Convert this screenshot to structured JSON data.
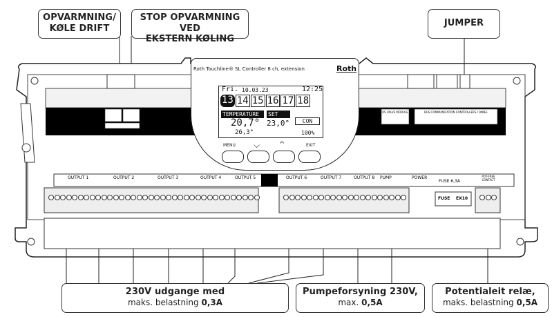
{
  "callouts": {
    "heat_cool": [
      "OPVARMNING/",
      "KØLE DRIFT"
    ],
    "stop_heat": [
      "STOP OPVARMNING VED",
      "EKSTERN KØLING"
    ],
    "jumper": "JUMPER",
    "outputs": {
      "title": "230V udgange med",
      "prefix": "maks. belastning ",
      "value": "0,3A"
    },
    "pump": {
      "title": "Pumpeforsyning 230V,",
      "prefix": "max. ",
      "value": "0,5A"
    },
    "relay": {
      "title": "Potentialeit relæ,",
      "prefix": "maks. belastning ",
      "value": "0,5A"
    }
  },
  "device": {
    "model": "Roth Touchline® SL Controller 8 ch, extension",
    "brand": "Roth",
    "display": {
      "day": "Fri.",
      "date": "10.03.23",
      "time": "12:25",
      "days": [
        "13",
        "14",
        "15",
        "16",
        "17",
        "18"
      ],
      "temp_label": "TEMPERATURE",
      "set_label": "SET",
      "temp": "20,7°",
      "set_temp": "23,0°",
      "mode": "CON",
      "outdoor": "26,3°",
      "battery": "100%"
    },
    "buttons": [
      "MENU",
      "EXIT"
    ],
    "outputs": [
      "OUTPUT 1",
      "OUTPUT 2",
      "OUTPUT 3",
      "OUTPUT 4",
      "OUTPUT 5",
      "OUTPUT 6",
      "OUTPUT 7",
      "OUTPUT 8"
    ],
    "pump": "PUMP",
    "power": "POWER",
    "fuse": "FUSE 6,3A",
    "relay": "POT-FREE CONTACT",
    "fuse_cover": [
      "FUSE",
      "EX10"
    ],
    "rs_valve": "RS VALVE MODULE",
    "bus_comm": "BUS COMMUNICATION CONTROLLERS / PANEL"
  },
  "colors": {
    "body": "#ffffff",
    "outline": "#222222",
    "terminal": "#eeeeee",
    "black_panel": "#000000"
  }
}
